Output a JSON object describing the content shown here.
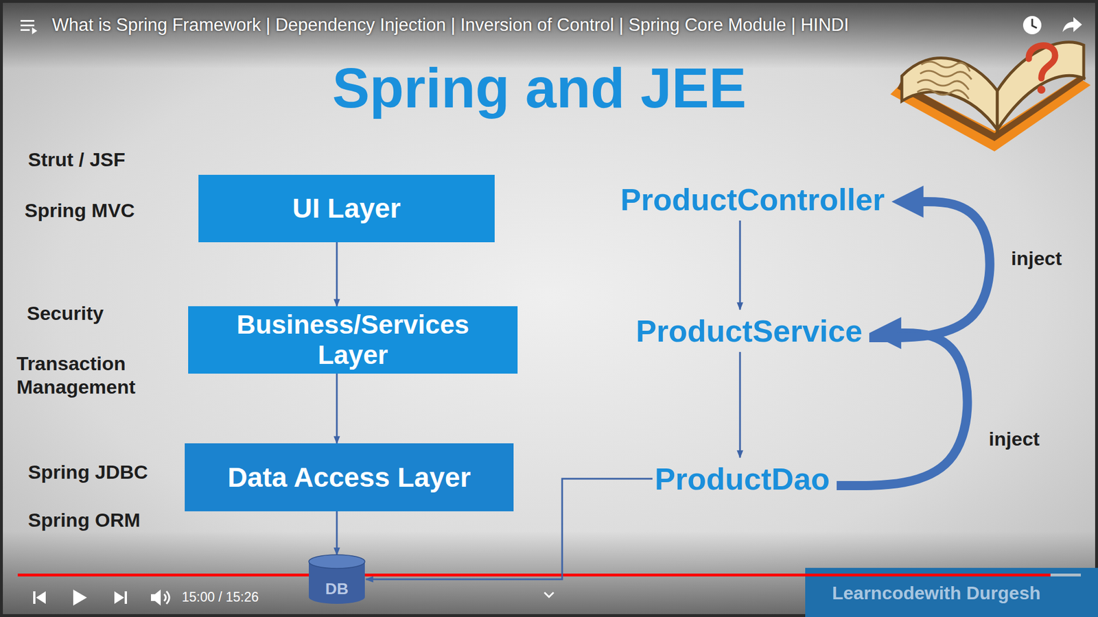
{
  "diagram": {
    "title": "Spring and JEE",
    "nodes": [
      {
        "text": [
          "UI Layer"
        ]
      },
      {
        "text": [
          "Business/Services Layer"
        ]
      },
      {
        "text": [
          "Data Access Layer"
        ]
      },
      {
        "text": [
          "DB"
        ]
      },
      {
        "text": [
          "ProductController"
        ]
      },
      {
        "text": [
          "ProductService"
        ]
      },
      {
        "text": [
          "ProductDao"
        ]
      }
    ],
    "edges": [
      {
        "from": 0,
        "to": 1,
        "arrow": "to"
      },
      {
        "from": 1,
        "to": 2,
        "arrow": "to"
      },
      {
        "from": 2,
        "to": 3,
        "arrow": "to"
      },
      {
        "from": 4,
        "to": 5,
        "arrow": "to"
      },
      {
        "from": 5,
        "to": 6,
        "arrow": "to"
      },
      {
        "from": 6,
        "to": 3,
        "arrow": "to"
      },
      {
        "from": 6,
        "to": 5,
        "label": "inject",
        "arrow": "to"
      },
      {
        "from": 5,
        "to": 4,
        "label": "inject",
        "arrow": "to"
      }
    ],
    "labels": [
      "What is Spring Framework | Dependency Injection | Inversion of Control | Spring Core Module | HINDI",
      "Strut / JSF",
      "Spring MVC",
      "Security",
      "Transaction Management",
      "Spring JDBC",
      "Spring ORM",
      "15:00 / 15:26",
      "Learncodewith Durgesh"
    ]
  }
}
